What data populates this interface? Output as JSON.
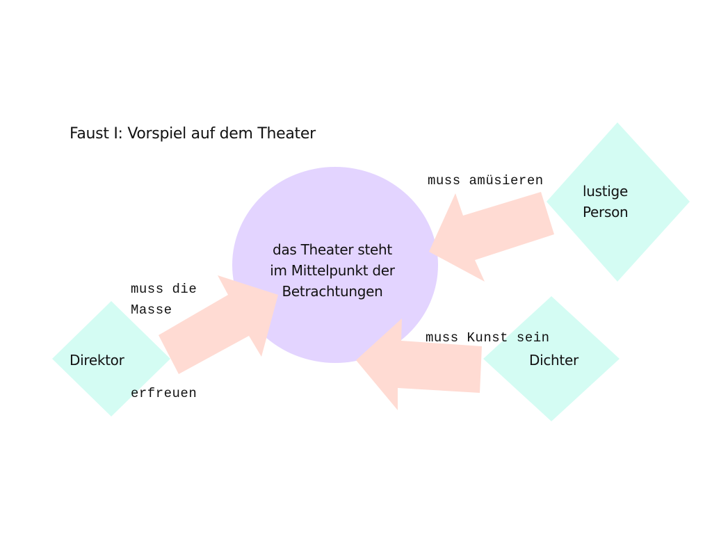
{
  "title": "Faust I: Vorspiel auf dem Theater",
  "center": {
    "line1": "das Theater steht",
    "line2": "im Mittelpunkt der",
    "line3": "Betrachtungen",
    "color": "#e3d4ff"
  },
  "nodes": {
    "direktor": {
      "label": "Direktor",
      "color": "#d4fcf3"
    },
    "lustige_person": {
      "line1": "lustige",
      "line2": "Person",
      "color": "#d4fcf3"
    },
    "dichter": {
      "label": "Dichter",
      "color": "#d4fcf3"
    }
  },
  "arrows": {
    "color": "#ffdbd3",
    "direktor": {
      "line1": "muss die",
      "line2": "Masse",
      "line3": "erfreuen"
    },
    "lustige_person": {
      "label": "muss amüsieren"
    },
    "dichter": {
      "label": "muss Kunst sein"
    }
  }
}
